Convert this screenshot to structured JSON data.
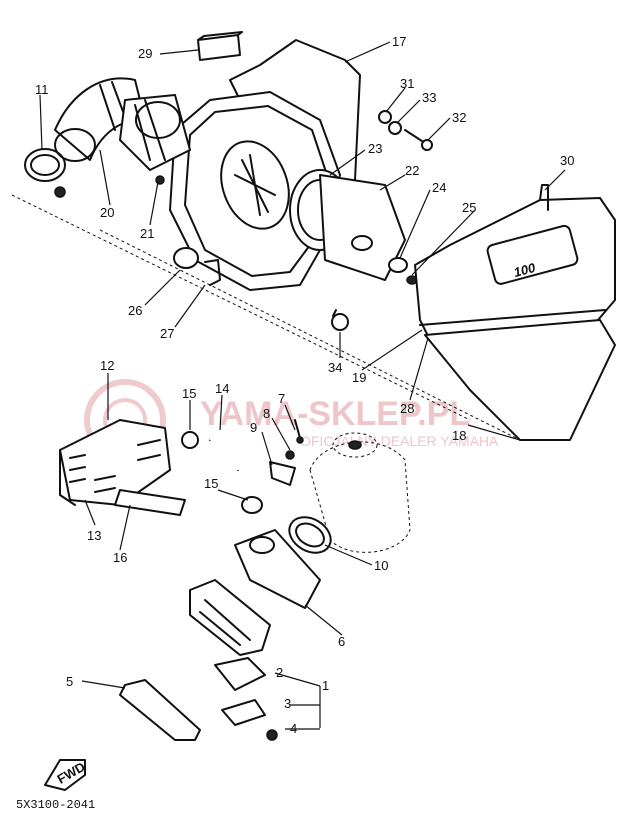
{
  "labels": {
    "p1": "1",
    "p2": "2",
    "p3": "3",
    "p4": "4",
    "p5": "5",
    "p6": "6",
    "p7": "7",
    "p8": "8",
    "p9": "9",
    "p10": "10",
    "p11": "11",
    "p12": "12",
    "p13": "13",
    "p14": "14",
    "p15a": "15",
    "p15b": "15",
    "p16": "16",
    "p17": "17",
    "p18": "18",
    "p19": "19",
    "p20": "20",
    "p21": "21",
    "p22": "22",
    "p23": "23",
    "p24": "24",
    "p25": "25",
    "p26": "26",
    "p27": "27",
    "p28": "28",
    "p29": "29",
    "p30": "30",
    "p31": "31",
    "p32": "32",
    "p33": "33",
    "p34": "34"
  },
  "watermark": {
    "brand": "YAMA-SKLEP.PL",
    "subtitle": "OFICJALNY DEALER YAMAHA"
  },
  "cover_badge": "100",
  "fwd_mark": "FWD",
  "diagram_code": "5X3100-2041",
  "colors": {
    "line": "#111111",
    "watermark": "#e9b3b8"
  }
}
